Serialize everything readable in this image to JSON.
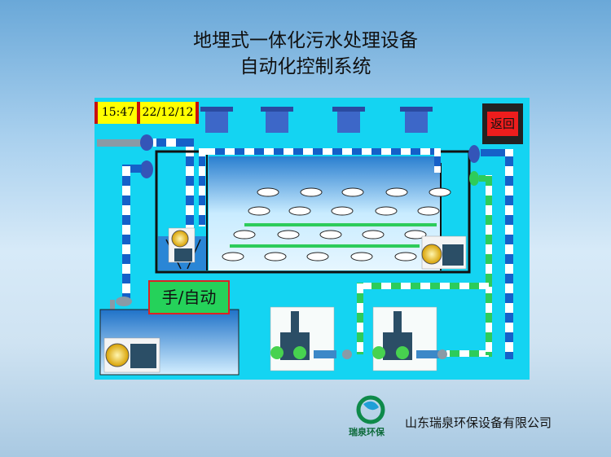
{
  "header": {
    "title_line1": "地埋式一体化污水处理设备",
    "title_line2": "自动化控制系统"
  },
  "status": {
    "time": "15:47",
    "date": "22/12/12"
  },
  "controls": {
    "back_label": "返回",
    "mode_label": "手/自动"
  },
  "footer": {
    "logo_text": "瑞泉环保",
    "company_name": "山东瑞泉环保设备有限公司"
  },
  "colors": {
    "panel": "#14d4f2",
    "pipe_blue": "#1560c8",
    "pipe_green": "#2dcc5a",
    "water": "#2a7fd0",
    "alarm_red": "#ee1d1d",
    "clock_yellow": "#ffff00"
  }
}
